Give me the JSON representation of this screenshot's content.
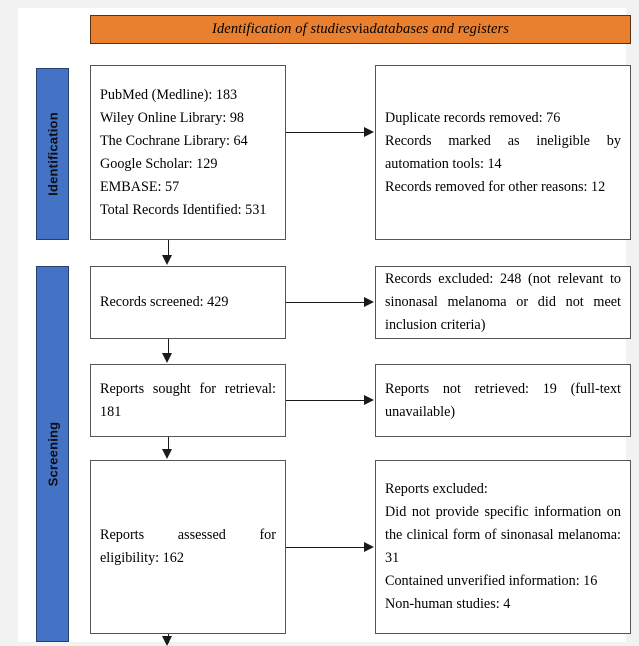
{
  "diagram": {
    "type": "prisma-flow-diagram",
    "banner": {
      "text_italic_1": "Identification of studies ",
      "text_roman": "via",
      "text_italic_2": " databases and registers",
      "full_text": "Identification of studies via databases and registers",
      "background_color": "#E8802F",
      "text_color": "#000000"
    },
    "stages": [
      {
        "id": "identification",
        "label": "Identification",
        "color": "#4472C4"
      },
      {
        "id": "screening",
        "label": "Screening",
        "color": "#4472C4"
      }
    ],
    "boxes": {
      "sources": {
        "lines": [
          "PubMed (Medline): 183",
          "Wiley Online Library: 98",
          "The Cochrane Library: 64",
          "Google Scholar: 129",
          "EMBASE: 57",
          "Total Records Identified: 531"
        ]
      },
      "records_removed": {
        "lines": [
          "Duplicate records removed: 76",
          "Records marked as ineligible by automation tools: 14",
          "Records removed for other reasons: 12"
        ]
      },
      "records_screened": {
        "lines": [
          "Records screened: 429"
        ]
      },
      "records_excluded": {
        "lines": [
          "Records excluded: 248 (not relevant to sinonasal melanoma or did not meet inclusion criteria)"
        ]
      },
      "reports_sought": {
        "lines": [
          "Reports sought for retrieval: 181"
        ]
      },
      "reports_not_retrieved": {
        "lines": [
          "Reports not retrieved: 19 (full-text unavailable)"
        ]
      },
      "reports_assessed": {
        "lines": [
          "Reports assessed for eligibility: 162"
        ]
      },
      "reports_excluded": {
        "lines": [
          "Reports excluded:",
          "Did not provide specific information on the clinical form of sinonasal melanoma: 31",
          "Contained unverified information: 16",
          "Non-human studies: 4"
        ]
      }
    },
    "counts": {
      "pubmed_medline": 183,
      "wiley_online_library": 98,
      "cochrane_library": 64,
      "google_scholar": 129,
      "embase": 57,
      "total_records_identified": 531,
      "duplicate_records_removed": 76,
      "marked_ineligible_automation": 14,
      "removed_other_reasons": 12,
      "records_screened": 429,
      "records_excluded": 248,
      "reports_sought_for_retrieval": 181,
      "reports_not_retrieved": 19,
      "reports_assessed_for_eligibility": 162,
      "excluded_no_specific_information": 31,
      "excluded_unverified_information": 16,
      "excluded_non_human_studies": 4
    }
  }
}
